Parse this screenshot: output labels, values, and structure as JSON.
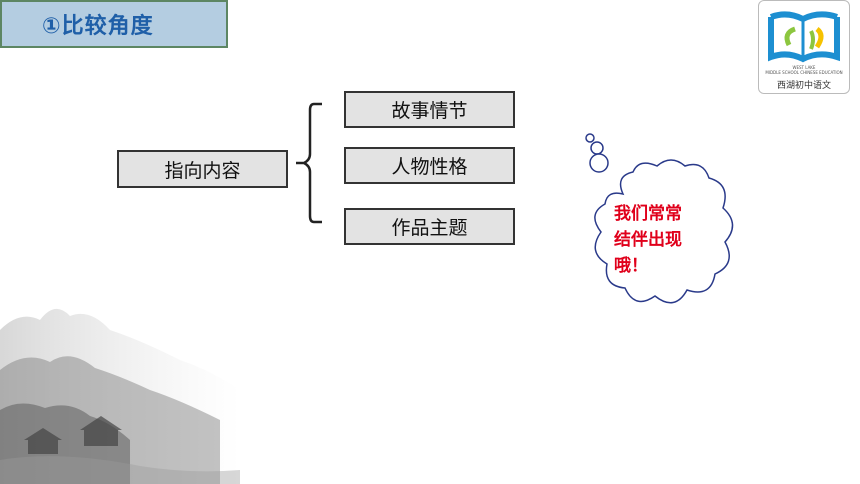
{
  "title": "①比较角度",
  "diagram": {
    "main": "指向内容",
    "items": [
      "故事情节",
      "人物性格",
      "作品主题"
    ]
  },
  "bubble": {
    "lines": [
      "我们常常",
      "结伴出现",
      "哦！"
    ]
  },
  "logo": {
    "line1": "WEST LAKE",
    "line2": "MIDDLE SCHOOL CHINESE EDUCATION",
    "name": "西湖初中语文"
  },
  "colors": {
    "title_bg": "#b4cde1",
    "title_text": "#1f5fa8",
    "box_bg": "#e3e3e3",
    "bubble_text": "#e0001b",
    "logo_blue": "#1d8fd1",
    "logo_green": "#8cc63f",
    "logo_yellow": "#f6c200"
  }
}
